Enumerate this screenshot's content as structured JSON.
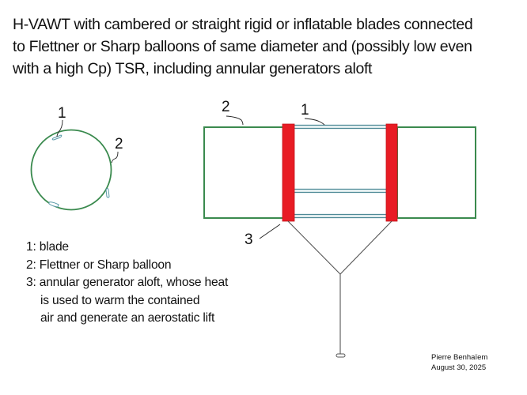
{
  "title": {
    "lines": [
      "H-VAWT with cambered or straight rigid or inflatable blades connected",
      "to Flettner or Sharp balloons of same diameter and (possibly low even",
      "with a high Cp) TSR, including annular generators aloft"
    ]
  },
  "side_view": {
    "callouts": [
      "1",
      "2"
    ]
  },
  "front_view": {
    "callouts": [
      "2",
      "1",
      "3"
    ]
  },
  "legend": {
    "items": [
      "1: blade",
      "2: Flettner or Sharp balloon",
      "3: annular generator aloft, whose heat",
      "is used to warm the contained",
      "air and generate an aerostatic lift"
    ]
  },
  "credit": {
    "author": "Pierre Benhaïem",
    "date": "August 30, 2025"
  },
  "colors": {
    "balloon_outline": "#3a8a4e",
    "generator": "#e81c24",
    "blade_outline": "#4f8a97",
    "tether": "#555555"
  }
}
